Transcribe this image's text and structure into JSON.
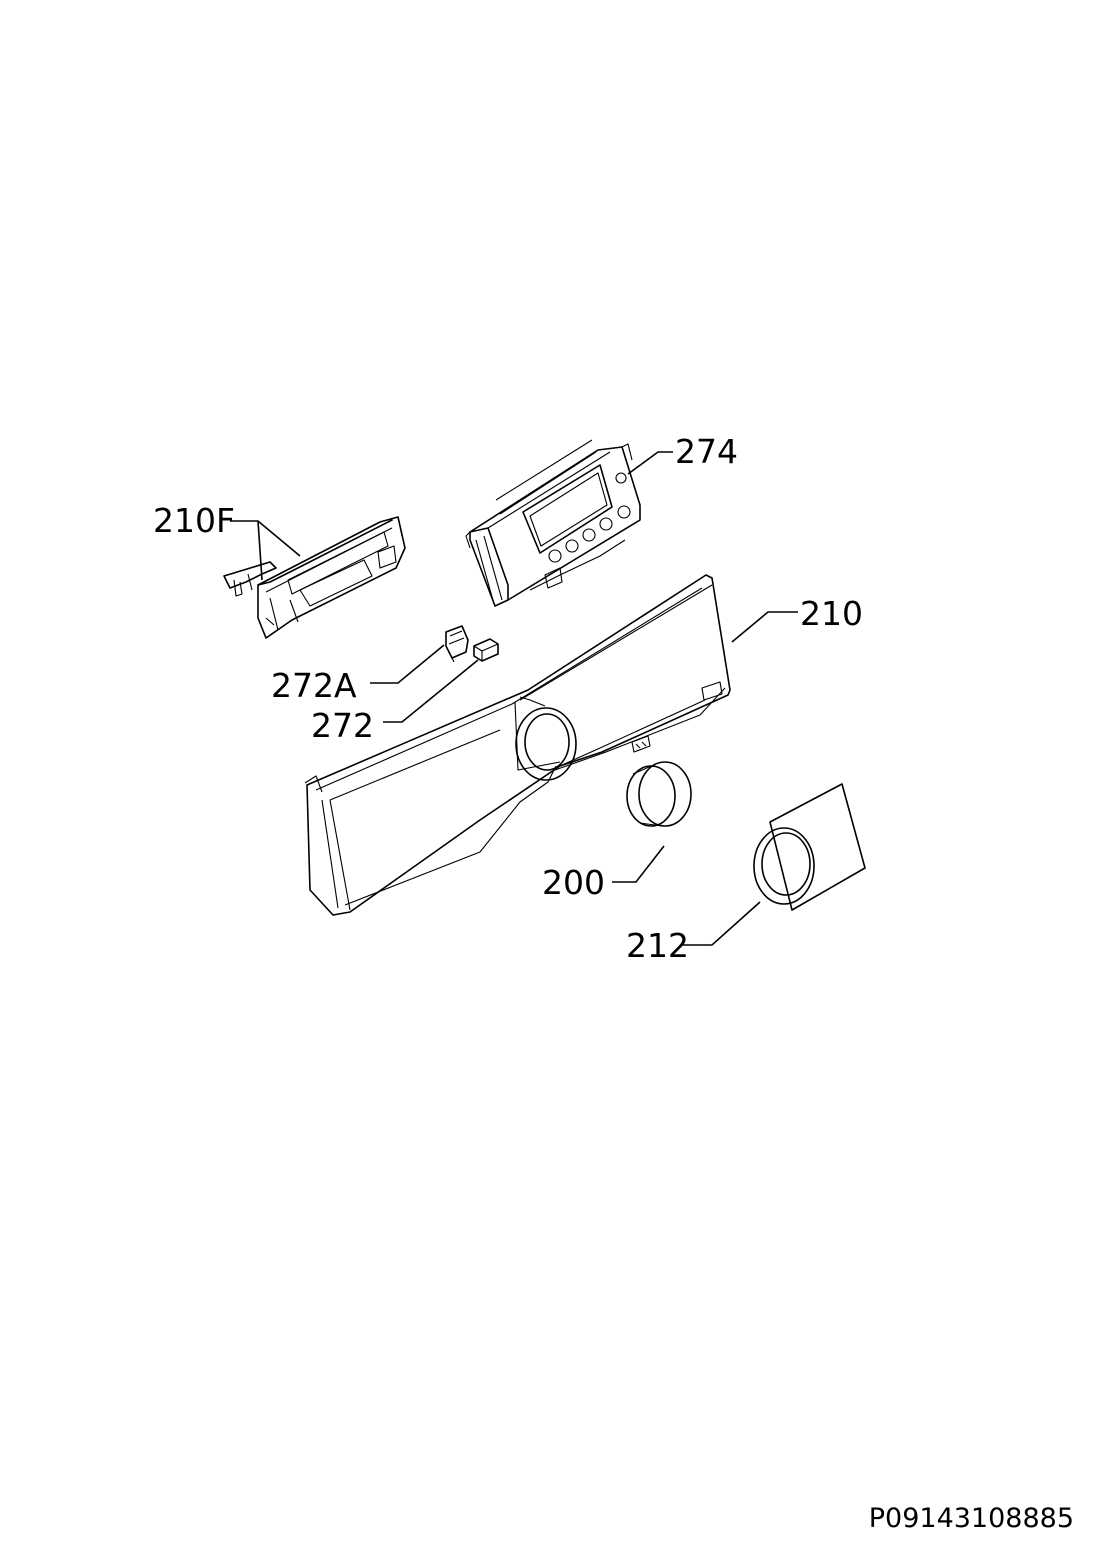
{
  "callouts": {
    "p274": "274",
    "p210F": "210F",
    "p210": "210",
    "p272A": "272A",
    "p272": "272",
    "p200": "200",
    "p212": "212"
  },
  "document_code": "P09143108885"
}
